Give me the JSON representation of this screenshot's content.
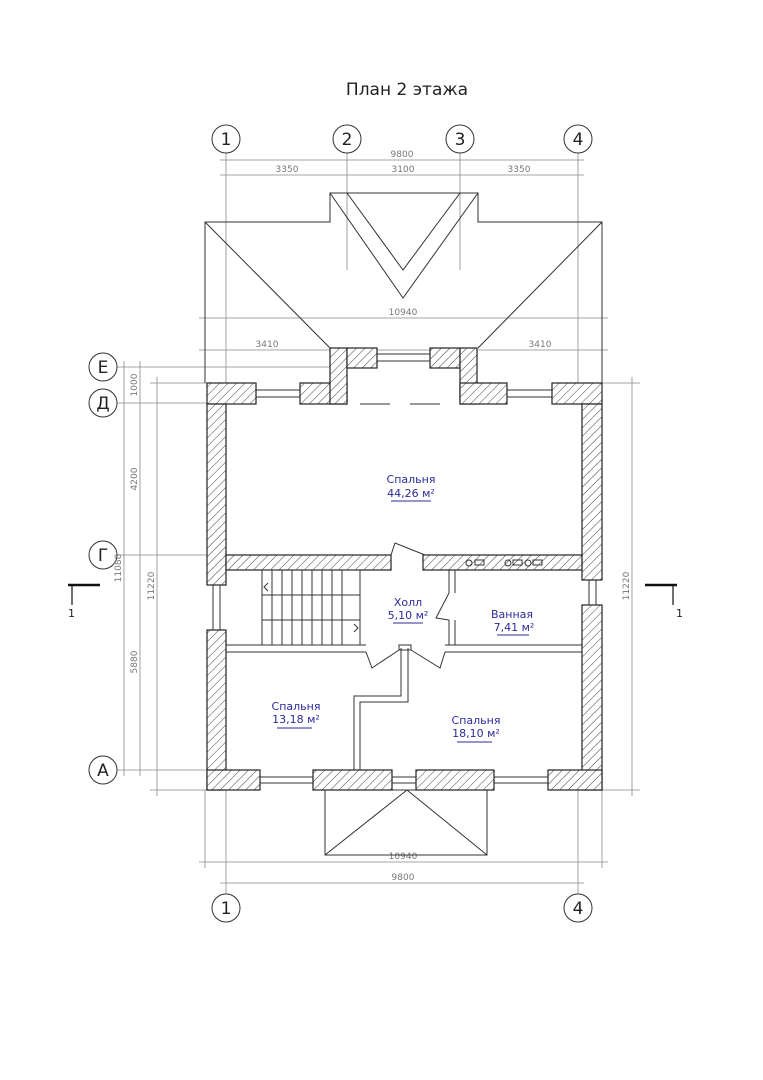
{
  "title": "План 2 этажа",
  "axes": {
    "top": [
      "1",
      "2",
      "3",
      "4"
    ],
    "bottom": [
      "1",
      "4"
    ],
    "left": [
      "Е",
      "Д",
      "Г",
      "А"
    ]
  },
  "dimensions": {
    "top_total": "9800",
    "top_segments": [
      "3350",
      "3100",
      "3350"
    ],
    "roof_total": "10940",
    "roof_overhang_left": "3410",
    "roof_overhang_right": "3410",
    "left_total": "11080",
    "left_segments": [
      "1000",
      "4200",
      "5880"
    ],
    "left_overall": "11220",
    "right_overall": "11220",
    "bottom_roof": "10940",
    "bottom_total": "9800"
  },
  "section_marks": {
    "left": "1",
    "right": "1"
  },
  "rooms": [
    {
      "name": "Спальня",
      "area": "44,26 м²"
    },
    {
      "name": "Холл",
      "area": "5,10 м²"
    },
    {
      "name": "Ванная",
      "area": "7,41 м²"
    },
    {
      "name": "Спальня",
      "area": "13,18 м²"
    },
    {
      "name": "Спальня",
      "area": "18,10 м²"
    }
  ]
}
